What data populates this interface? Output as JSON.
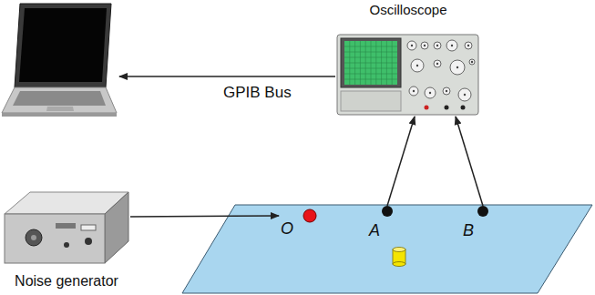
{
  "diagram": {
    "nodes": [
      {
        "text": [
          "Oscilloscope"
        ]
      },
      {
        "text": [
          "Noise generator"
        ]
      },
      {
        "text": [
          "O"
        ]
      },
      {
        "text": [
          "A"
        ]
      },
      {
        "text": [
          "B"
        ]
      }
    ],
    "edges": [
      {
        "from": 1,
        "to": 2,
        "arrow": "to"
      },
      {
        "from": 3,
        "to": 0,
        "arrow": "to"
      },
      {
        "from": 4,
        "to": 0,
        "arrow": "to"
      }
    ],
    "labels": [
      "GPIB Bus"
    ]
  }
}
